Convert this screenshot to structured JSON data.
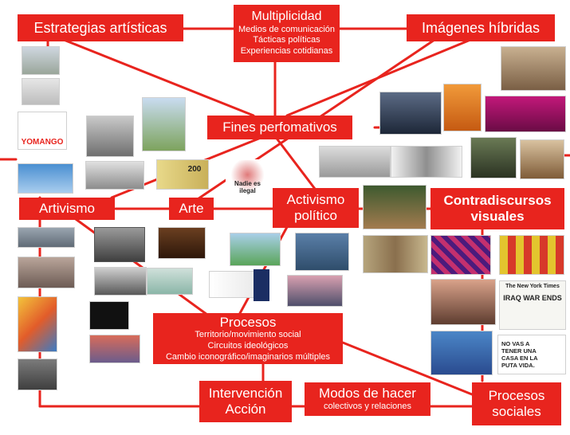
{
  "nodes": {
    "estrategias": "Estrategias artísticas",
    "multiplicidad": {
      "title": "Multiplicidad",
      "lines": [
        "Medios de comunicación",
        "Tácticas políticas",
        "Experiencias cotidianas"
      ]
    },
    "imagenes": "Imágenes híbridas",
    "fines": "Fines perfomativos",
    "artivismo": "Artivismo",
    "arte": "Arte",
    "activismo": [
      "Activismo",
      "político"
    ],
    "contradiscursos": [
      "Contradiscursos",
      "visuales"
    ],
    "procesos": {
      "title": "Procesos",
      "lines": [
        "Territorio/movimiento social",
        "Circuitos ideológicos",
        "Cambio iconográfico/imaginarios múltiples"
      ]
    },
    "intervencion": [
      "Intervención",
      "Acción"
    ],
    "modos": {
      "title": "Modos de hacer",
      "sub": "colectivos y relaciones"
    },
    "procesos_sociales": [
      "Procesos",
      "sociales"
    ]
  },
  "photo_captions": {
    "yomango": "YOMANGO",
    "nadie": "Nadie es ilegal",
    "money": "200",
    "nyt": "The New York Times",
    "nyt_headline": "IRAQ WAR ENDS",
    "no_vas": "NO VAS A TENER UNA CASA EN LA PUTA VIDA."
  },
  "colors": {
    "accent": "#e8241e",
    "line": "#e8241e",
    "text_on_accent": "#ffffff"
  }
}
